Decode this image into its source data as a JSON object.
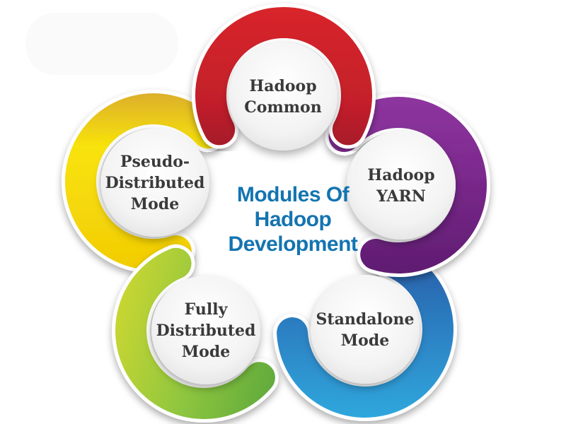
{
  "diagram": {
    "title": {
      "lines": [
        "Modules Of",
        "Hadoop",
        "Development"
      ],
      "color": "#1374B1"
    },
    "label_color": "#3A3A3A",
    "background_color": "#FFFFFF",
    "watermark_color": "#FAFAFA",
    "disc_face": {
      "center": "#FFFFFF",
      "mid": "#F3F3F3",
      "edge": "#DDDDDD"
    },
    "petals": [
      {
        "name": "hadoop-common",
        "lines": [
          "Hadoop",
          "Common"
        ],
        "position": "top",
        "gradient": {
          "start": "#D8252C",
          "mid": "#C21F2B",
          "end": "#8A1B28"
        }
      },
      {
        "name": "hadoop-yarn",
        "lines": [
          "Hadoop",
          "YARN"
        ],
        "position": "upper-right",
        "gradient": {
          "start": "#8E35A0",
          "mid": "#7B298C",
          "end": "#5F1C71"
        }
      },
      {
        "name": "standalone-mode",
        "lines": [
          "Standalone",
          "Mode"
        ],
        "position": "lower-right",
        "gradient": {
          "start": "#2B57A3",
          "mid": "#2C7CC0",
          "end": "#2FA7DD"
        }
      },
      {
        "name": "fully-distributed-mode",
        "lines": [
          "Fully",
          "Distributed",
          "Mode"
        ],
        "position": "lower-left",
        "gradient": {
          "start": "#C9D632",
          "mid": "#8EC63F",
          "end": "#5FA93C"
        }
      },
      {
        "name": "pseudo-distributed-mode",
        "lines": [
          "Pseudo-",
          "Distributed",
          "Mode"
        ],
        "position": "left",
        "gradient": {
          "start": "#DCAF2B",
          "mid": "#F8E30A",
          "end": "#F2CC05"
        }
      }
    ]
  }
}
